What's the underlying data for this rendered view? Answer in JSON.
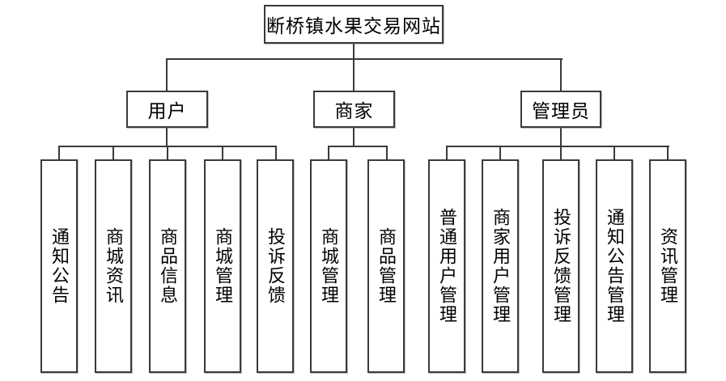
{
  "diagram": {
    "type": "org-chart",
    "root": {
      "label": "断桥镇水果交易网站"
    },
    "branches": [
      {
        "label": "用户",
        "children": [
          "通知公告",
          "商城资讯",
          "商品信息",
          "商城管理",
          "投诉反馈"
        ]
      },
      {
        "label": "商家",
        "children": [
          "商城管理",
          "商品管理"
        ]
      },
      {
        "label": "管理员",
        "children": [
          "普通用户管理",
          "商家用户管理",
          "投诉反馈管理",
          "通知公告管理",
          "资讯管理"
        ]
      }
    ],
    "colors": {
      "background": "#ffffff",
      "line": "#3a3a3a",
      "box_border": "#3a3a3a",
      "text": "#000000"
    }
  }
}
